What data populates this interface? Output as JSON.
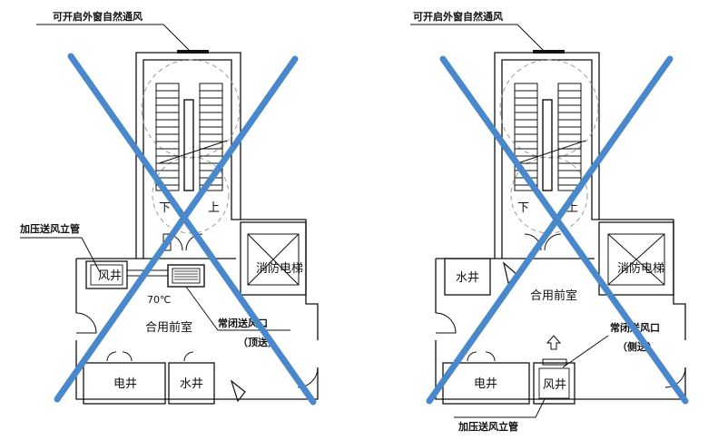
{
  "left_plan": {
    "callouts": {
      "window": "可开启外窗自然通风",
      "shaft_pipe": "加压送风立管",
      "vent": "常闭送风口",
      "vent_note": "（顶送）"
    },
    "rooms": {
      "down": "下",
      "up": "上",
      "wind_shaft": "风井",
      "fire_elevator": "消防电梯",
      "damper_temp": "70℃",
      "shared_lobby": "合用前室",
      "electric_shaft": "电井",
      "water_shaft": "水井"
    }
  },
  "right_plan": {
    "callouts": {
      "window": "可开启外窗自然通风",
      "vent": "常闭送风口",
      "vent_note": "（侧送）",
      "shaft_pipe": "加压送风立管"
    },
    "rooms": {
      "down": "下",
      "up": "上",
      "water_shaft": "水井",
      "fire_elevator": "消防电梯",
      "shared_lobby": "合用前室",
      "electric_shaft": "电井",
      "wind_shaft": "风井"
    }
  },
  "colors": {
    "cross": "#4a88cc",
    "line": "#111111"
  }
}
